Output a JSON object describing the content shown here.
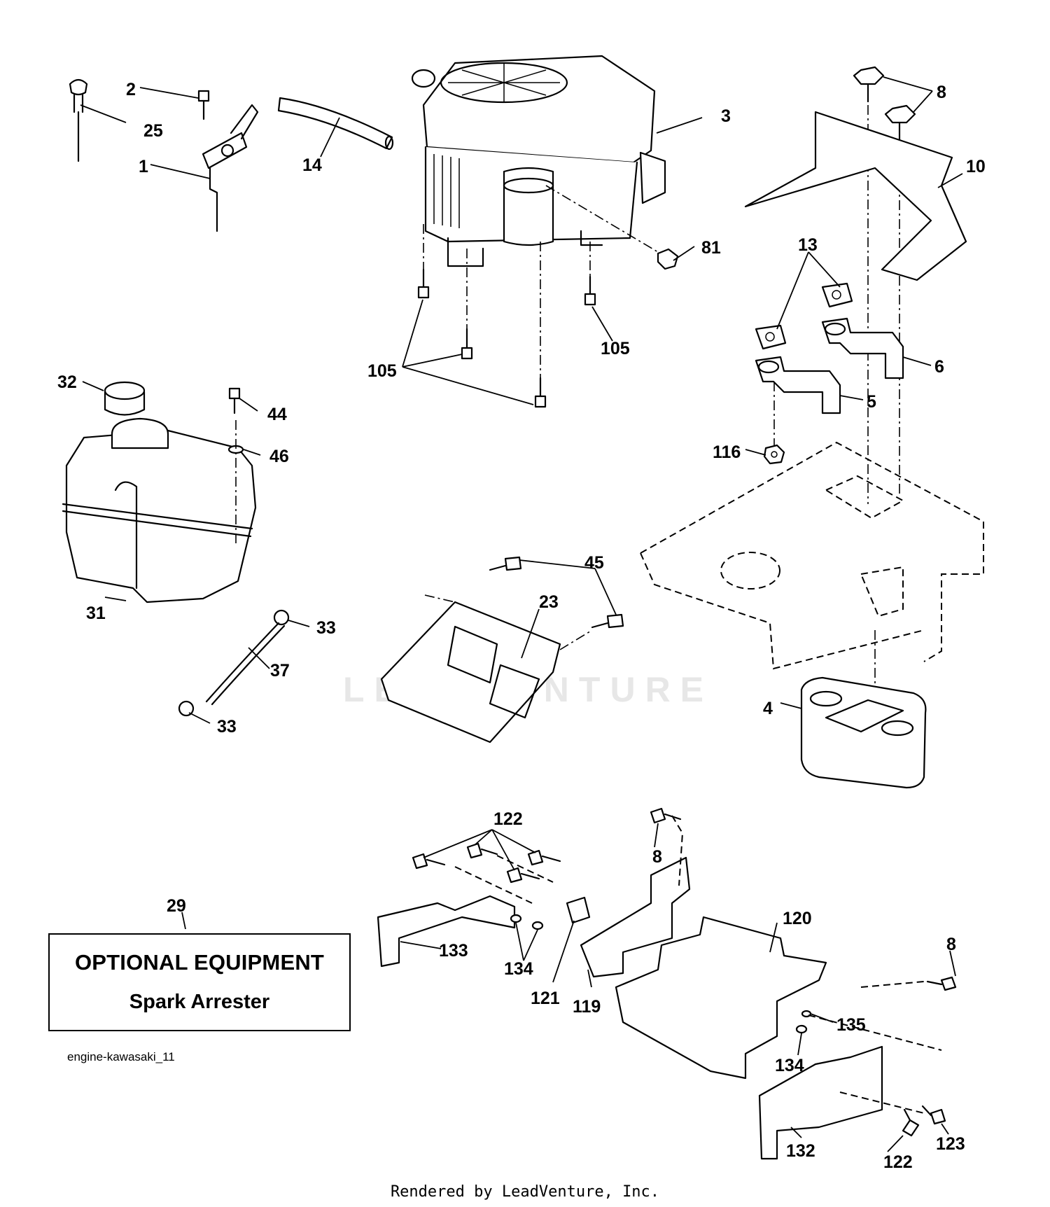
{
  "callouts": [
    {
      "id": "c25",
      "text": "25"
    },
    {
      "id": "c2",
      "text": "2"
    },
    {
      "id": "c1",
      "text": "1"
    },
    {
      "id": "c14",
      "text": "14"
    },
    {
      "id": "c3",
      "text": "3"
    },
    {
      "id": "c81",
      "text": "81"
    },
    {
      "id": "c105a",
      "text": "105"
    },
    {
      "id": "c105b",
      "text": "105"
    },
    {
      "id": "c8a",
      "text": "8"
    },
    {
      "id": "c10",
      "text": "10"
    },
    {
      "id": "c13",
      "text": "13"
    },
    {
      "id": "c6",
      "text": "6"
    },
    {
      "id": "c5",
      "text": "5"
    },
    {
      "id": "c116",
      "text": "116"
    },
    {
      "id": "c32",
      "text": "32"
    },
    {
      "id": "c44",
      "text": "44"
    },
    {
      "id": "c46",
      "text": "46"
    },
    {
      "id": "c31",
      "text": "31"
    },
    {
      "id": "c33a",
      "text": "33"
    },
    {
      "id": "c37",
      "text": "37"
    },
    {
      "id": "c33b",
      "text": "33"
    },
    {
      "id": "c45",
      "text": "45"
    },
    {
      "id": "c23",
      "text": "23"
    },
    {
      "id": "c4",
      "text": "4"
    },
    {
      "id": "c122a",
      "text": "122"
    },
    {
      "id": "c8b",
      "text": "8"
    },
    {
      "id": "c29",
      "text": "29"
    },
    {
      "id": "c133",
      "text": "133"
    },
    {
      "id": "c134a",
      "text": "134"
    },
    {
      "id": "c121",
      "text": "121"
    },
    {
      "id": "c119",
      "text": "119"
    },
    {
      "id": "c120",
      "text": "120"
    },
    {
      "id": "c8c",
      "text": "8"
    },
    {
      "id": "c135",
      "text": "135"
    },
    {
      "id": "c134b",
      "text": "134"
    },
    {
      "id": "c132",
      "text": "132"
    },
    {
      "id": "c122b",
      "text": "122"
    },
    {
      "id": "c123",
      "text": "123"
    }
  ],
  "optional_box": {
    "title": "OPTIONAL EQUIPMENT",
    "subtitle": "Spark Arrester"
  },
  "diagram_id": "engine-kawasaki_11",
  "watermark": "LEADVENTURE",
  "footer": "Rendered by LeadVenture, Inc."
}
